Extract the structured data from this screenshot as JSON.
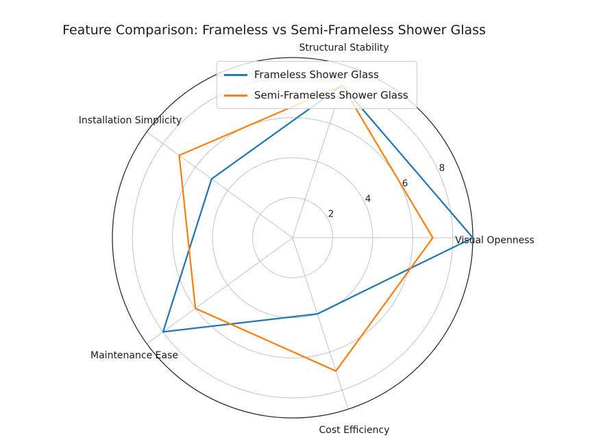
{
  "figure": {
    "background": "#ffffff"
  },
  "chart_data": {
    "type": "radar",
    "projection": "polar",
    "title": "Feature Comparison: Frameless vs Semi-Frameless Shower Glass",
    "categories": [
      "Visual Openness",
      "Structural Stability",
      "Installation Simplicity",
      "Maintenance Ease",
      "Cost Efficiency"
    ],
    "angles_deg": [
      0,
      72,
      144,
      216,
      288
    ],
    "series": [
      {
        "name": "Frameless Shower Glass",
        "color": "#1f77b4",
        "values": [
          9,
          8,
          5,
          8,
          4
        ]
      },
      {
        "name": "Semi-Frameless Shower Glass",
        "color": "#ff7f0e",
        "values": [
          7,
          8,
          7,
          6,
          7
        ]
      }
    ],
    "r_axis": {
      "min": 0,
      "max": 9,
      "ticks": [
        2,
        4,
        6,
        8
      ],
      "tick_label_angle_deg": 22.5
    },
    "grid": true,
    "grid_color": "#c3c3c3",
    "outline_color": "#2a2a2a",
    "legend_position": "upper center",
    "fill": false
  }
}
